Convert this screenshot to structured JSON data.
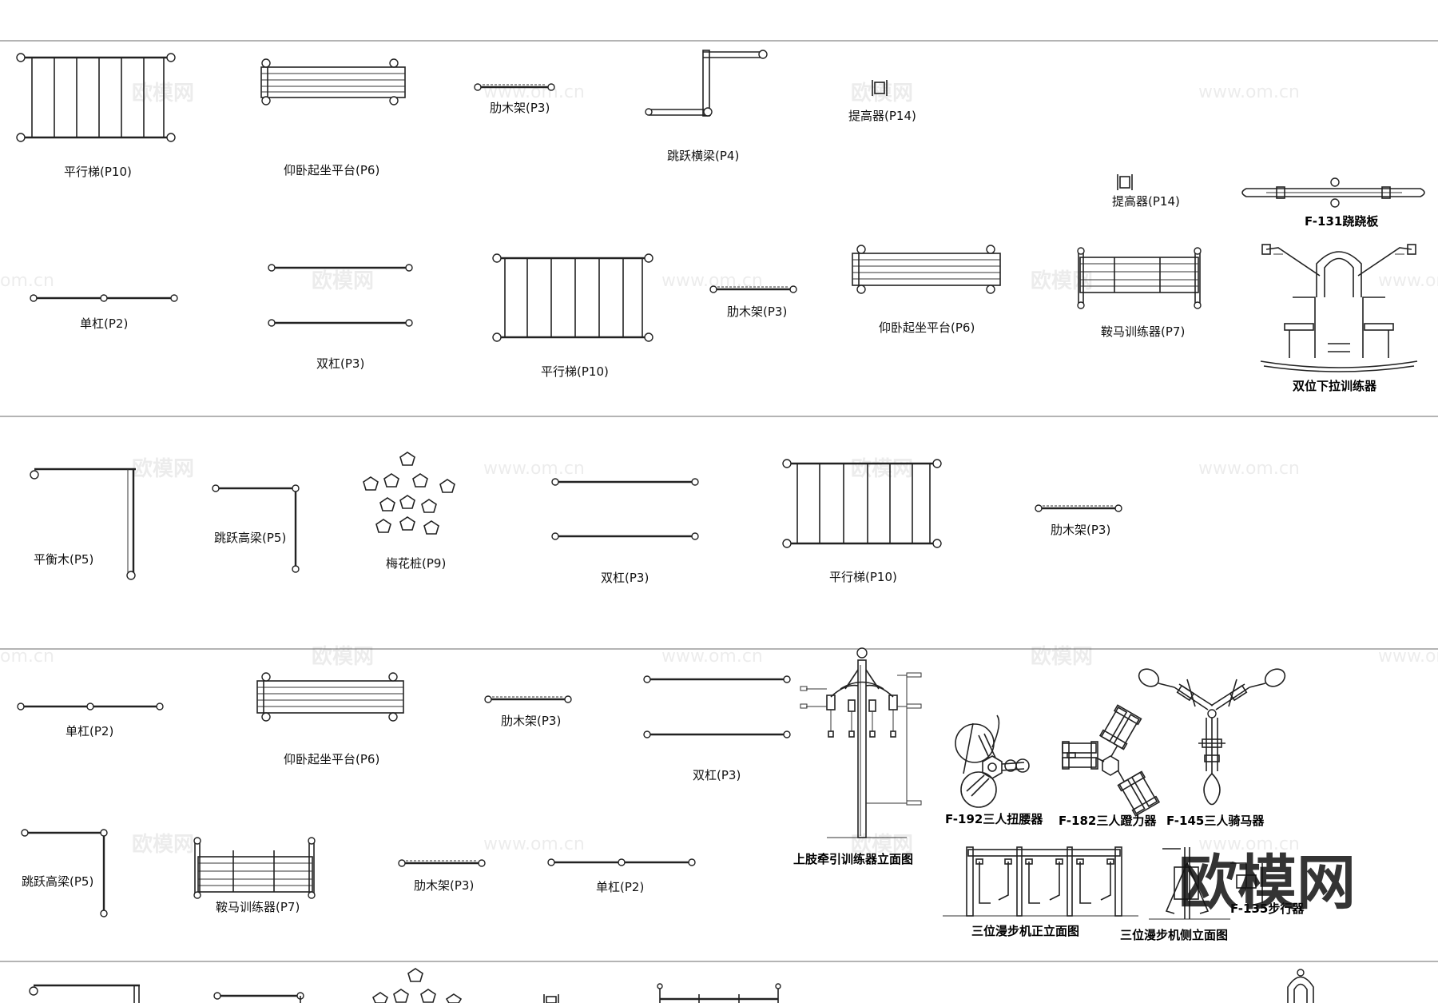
{
  "labels": {
    "pxt1": "平行梯(P10)",
    "ywqz1": "仰卧起坐平台(P6)",
    "lmj1": "肋木架(P3)",
    "tyhl1": "跳跃横梁(P4)",
    "tgq1": "提高器(P14)",
    "tgq2": "提高器(P14)",
    "f131": "F-131跷跷板",
    "dg1": "单杠(P2)",
    "sg1": "双杠(P3)",
    "pxt2": "平行梯(P10)",
    "lmj2": "肋木架(P3)",
    "ywqz2": "仰卧起坐平台(P6)",
    "amxl1": "鞍马训练器(P7)",
    "swxl": "双位下拉训练器",
    "phm1": "平衡木(P5)",
    "tygl1": "跳跃高梁(P5)",
    "mhz1": "梅花桩(P9)",
    "sg2": "双杠(P3)",
    "pxt3": "平行梯(P10)",
    "lmj3": "肋木架(P3)",
    "dg2": "单杠(P2)",
    "ywqz3": "仰卧起坐平台(P6)",
    "lmj4": "肋木架(P3)",
    "sg3": "双杠(P3)",
    "szqy": "上肢牵引训练器立面图",
    "f192": "F-192三人扭腰器",
    "f182": "F-182三人蹬力器",
    "f145": "F-145三人骑马器",
    "tygl2": "跳跃高梁(P5)",
    "amxl2": "鞍马训练器(P7)",
    "lmj5": "肋木架(P3)",
    "dg3": "单杠(P2)",
    "swmb_front": "三位漫步机正立面图",
    "swmb_side": "三位漫步机侧立面图",
    "f135": "F-135步行器"
  },
  "watermark": {
    "brand": "欧模网",
    "url": "www.om.cn",
    "url_short": "om.cn"
  },
  "colors": {
    "ink": "#222222",
    "frame": "#888888",
    "background": "#ffffff"
  }
}
